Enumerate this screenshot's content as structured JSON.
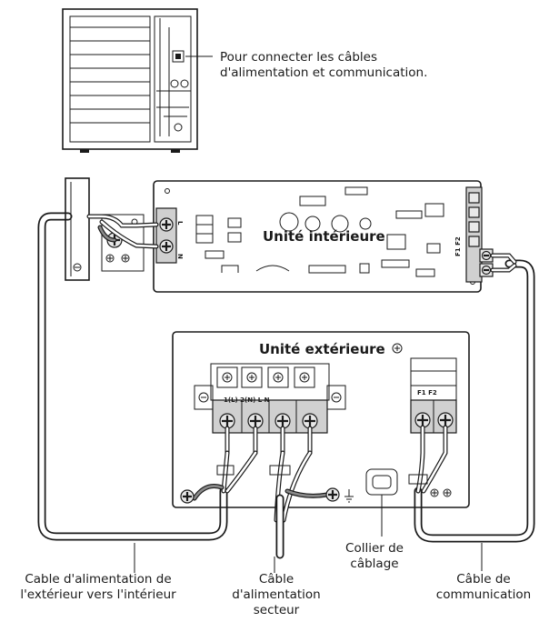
{
  "callout": {
    "line1": "Pour connecter les câbles",
    "line2": "d'alimentation et communication."
  },
  "indoor_unit": {
    "title": "Unité intérieure",
    "terminal_L": "L",
    "terminal_N": "N",
    "comm_terminal": "F1 F2"
  },
  "outdoor_unit": {
    "title": "Unité extérieure",
    "power_terminal": "1(L) 2(N) L N",
    "comm_terminal": "F1 F2"
  },
  "labels": {
    "power_cable": {
      "line1": "Cable d'alimentation de",
      "line2": "l'extérieur vers l'intérieur"
    },
    "mains_cable": {
      "line1": "Câble",
      "line2": "d'alimentation",
      "line3": "secteur"
    },
    "cable_tie": {
      "line1": "Collier de",
      "line2": "câblage"
    },
    "comm_cable": {
      "line1": "Câble de",
      "line2": "communication"
    }
  },
  "colors": {
    "line": "#1a1a1a",
    "fill_grey": "#d0d0d0",
    "background": "#ffffff"
  }
}
